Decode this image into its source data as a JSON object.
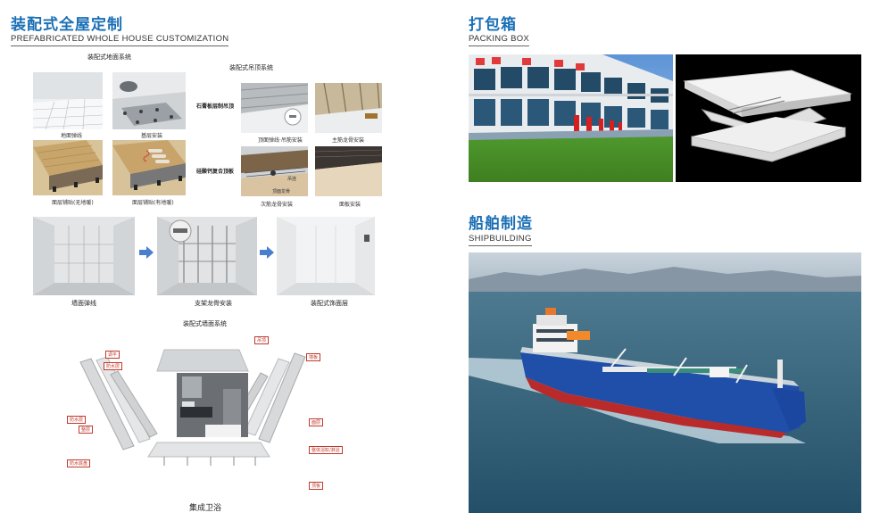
{
  "left": {
    "title": "装配式全屋定制",
    "subtitle": "PREFABRICATED WHOLE HOUSE CUSTOMIZATION",
    "floor_system": {
      "heading": "装配式地面系统",
      "captions": [
        "地面弹线",
        "基层安装",
        "面层铺贴(无地暖)",
        "面层铺贴(有地暖)"
      ]
    },
    "ceiling_system": {
      "heading": "装配式吊顶系统",
      "labels": [
        "石膏板层制吊顶",
        "硅酸钙复合顶板"
      ],
      "captions": [
        "顶面弹线·吊筋安装",
        "主筋龙骨安装",
        "次筋龙骨安装",
        "面板安装"
      ],
      "callouts": [
        "吊挂",
        "顶面龙骨"
      ]
    },
    "wall_system": {
      "captions": [
        "墙面弹线",
        "支架龙骨安装",
        "装配式饰面层"
      ]
    },
    "bath_system": {
      "heading": "装配式墙面系统",
      "tags": [
        "吊顶",
        "调平",
        "防水层",
        "墙板",
        "防水层",
        "整层",
        "防水底盘",
        "面层",
        "整体浴缸/淋浴",
        "顶板"
      ],
      "footer": "集成卫浴"
    }
  },
  "right": {
    "packing": {
      "title": "打包箱",
      "subtitle": "PACKING BOX"
    },
    "ship": {
      "title": "船舶制造",
      "subtitle": "SHIPBUILDING"
    }
  },
  "colors": {
    "accent": "#1a6fb5",
    "arrow": "#4a7fd0",
    "tag_red": "#c0392b"
  }
}
